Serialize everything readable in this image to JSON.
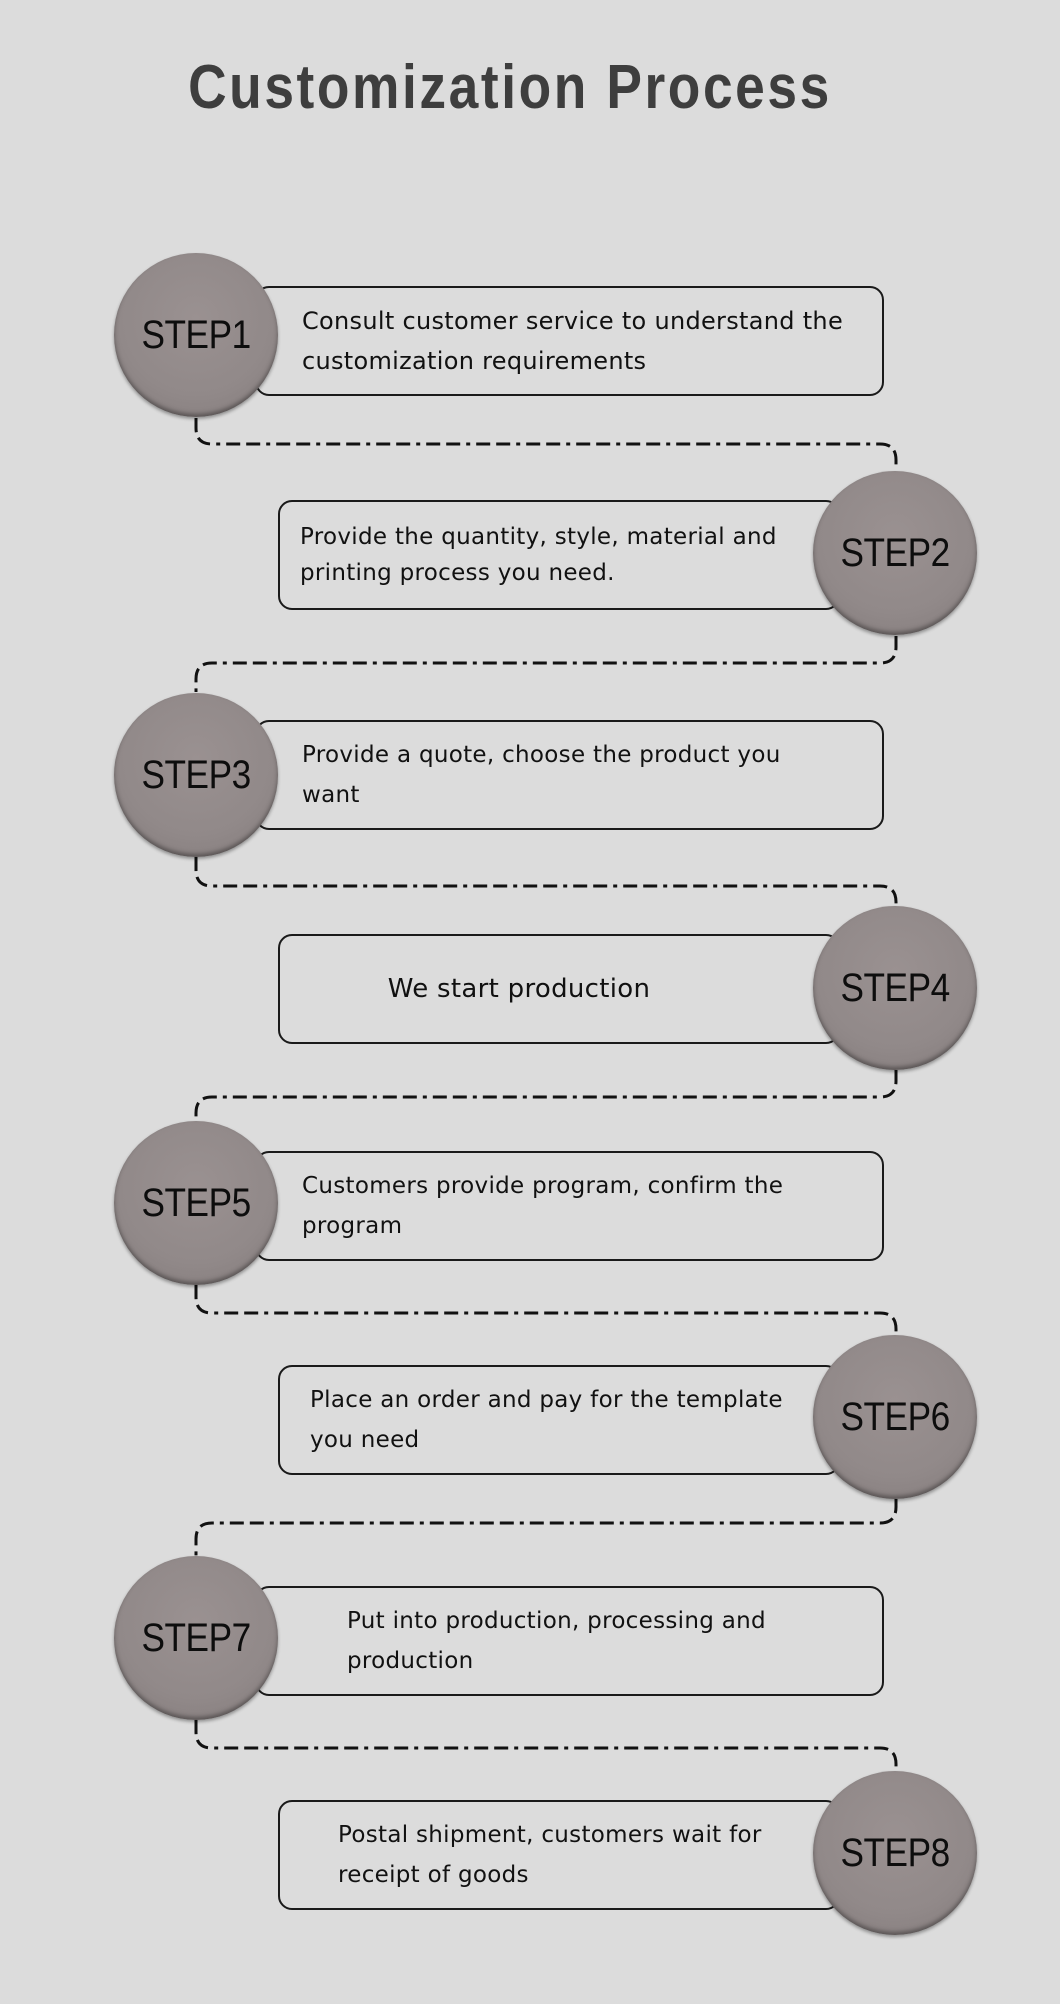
{
  "title": "Customization Process",
  "colors": {
    "background": "#dcdcdc",
    "title": "#3e3e3e",
    "circle": "#918989",
    "border": "#1a1a1a",
    "text": "#111111"
  },
  "steps": [
    {
      "label": "STEP1",
      "text": "Consult customer service to understand the customization requirements",
      "side": "left"
    },
    {
      "label": "STEP2",
      "text": "Provide the quantity, style, material and printing process you need.",
      "side": "right"
    },
    {
      "label": "STEP3",
      "text": "Provide a quote, choose the product you want",
      "side": "left"
    },
    {
      "label": "STEP4",
      "text": "We start production",
      "side": "right"
    },
    {
      "label": "STEP5",
      "text": "Customers provide program, confirm the program",
      "side": "left"
    },
    {
      "label": "STEP6",
      "text": "Place an order and pay for the template you need",
      "side": "right"
    },
    {
      "label": "STEP7",
      "text": "Put into production, processing and production",
      "side": "left"
    },
    {
      "label": "STEP8",
      "text": "Postal shipment, customers wait for receipt of goods",
      "side": "right"
    }
  ]
}
